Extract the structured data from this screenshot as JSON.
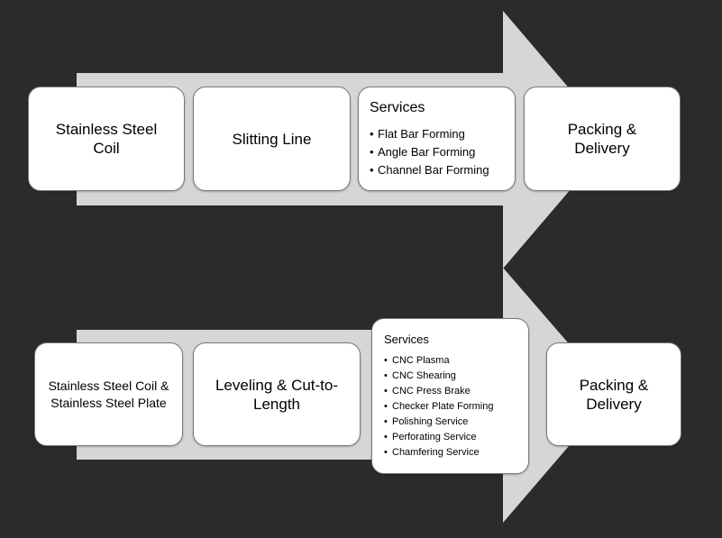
{
  "colors": {
    "background": "#2b2b2b",
    "arrow": "#d6d6d6",
    "box_fill": "#ffffff",
    "box_border": "#7a7a7a"
  },
  "rows": [
    {
      "steps": [
        "Stainless Steel Coil",
        "Slitting Line"
      ],
      "services": {
        "title": "Services",
        "items": [
          "Flat Bar Forming",
          "Angle Bar Forming",
          "Channel Bar Forming"
        ]
      },
      "final_step": "Packing & Delivery"
    },
    {
      "steps": [
        "Stainless Steel Coil & Stainless Steel Plate",
        "Leveling & Cut-to-Length"
      ],
      "services": {
        "title": "Services",
        "items": [
          "CNC Plasma",
          "CNC Shearing",
          "CNC Press Brake",
          "Checker Plate Forming",
          "Polishing Service",
          "Perforating Service",
          "Chamfering Service"
        ]
      },
      "final_step": "Packing & Delivery"
    }
  ],
  "bullet_glyph": "•"
}
